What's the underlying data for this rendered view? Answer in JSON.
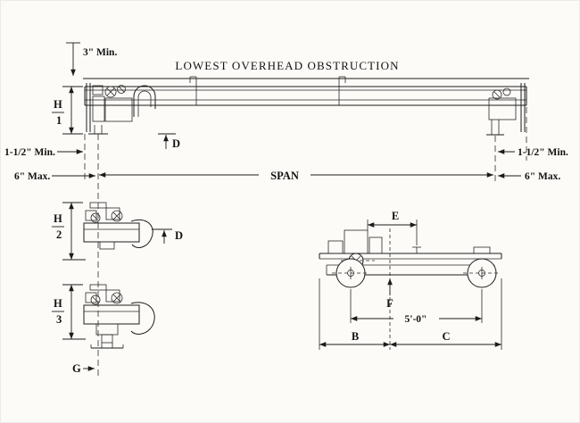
{
  "drawing": {
    "title": "LOWEST OVERHEAD OBSTRUCTION",
    "dimensions": {
      "top_clearance": "3\" Min.",
      "left_end_min": "1-1/2\" Min.",
      "left_end_max": "6\" Max.",
      "right_end_min": "1-1/2\" Min.",
      "right_end_max": "6\" Max.",
      "span": "SPAN",
      "h_letter": "H",
      "h1_number": "1",
      "h2_number": "2",
      "h3_number": "3",
      "d_top": "D",
      "d_section": "D",
      "e": "E",
      "f": "F",
      "g": "G",
      "b": "B",
      "c": "C",
      "wheelbase": "5'-0\""
    }
  }
}
